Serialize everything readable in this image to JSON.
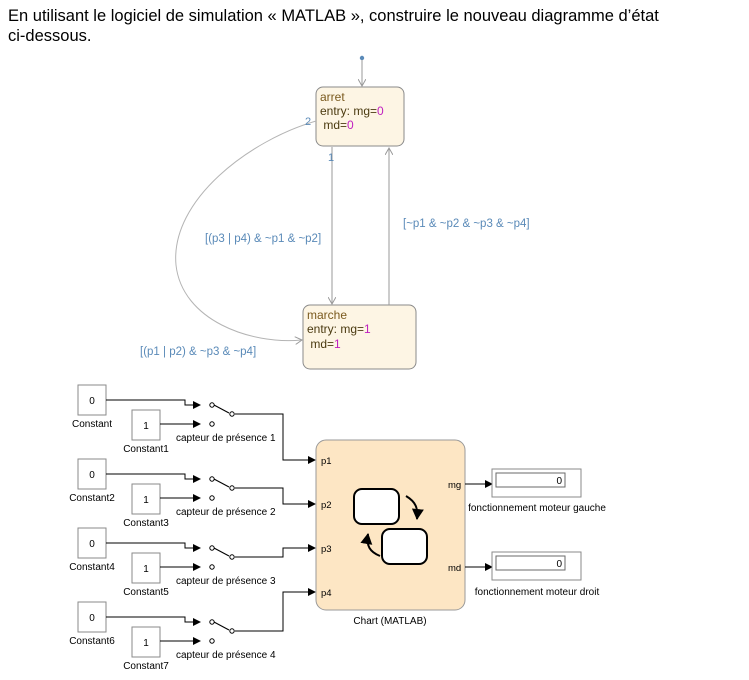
{
  "intro": {
    "line1": "En utilisant le logiciel de simulation « MATLAB », construire le nouveau diagramme d’état",
    "line2": "ci-dessous."
  },
  "stateflow": {
    "arret": {
      "name": "arret",
      "entry": "entry: mg=",
      "entry_val": "0",
      "md": " md=",
      "md_val": "0"
    },
    "marche": {
      "name": "marche",
      "entry": "entry: mg=",
      "entry_val": "1",
      "md": " md=",
      "md_val": "1"
    },
    "transitions": {
      "t_arret_marche": "[(p3 | p4) & ~p1 & ~p2]",
      "t_marche_arret": "[~p1 & ~p2 & ~p3 & ~p4]",
      "t_loop": "[(p1 | p2) & ~p3 & ~p4]",
      "order_1": "1",
      "order_2": "2"
    }
  },
  "simulink": {
    "sensors": [
      {
        "const0_label": "Constant",
        "const0_val": "0",
        "const1_label": "Constant1",
        "const1_val": "1",
        "switch_label": "capteur de présence 1"
      },
      {
        "const0_label": "Constant2",
        "const0_val": "0",
        "const1_label": "Constant3",
        "const1_val": "1",
        "switch_label": "capteur de présence 2"
      },
      {
        "const0_label": "Constant4",
        "const0_val": "0",
        "const1_label": "Constant5",
        "const1_val": "1",
        "switch_label": "capteur de présence 3"
      },
      {
        "const0_label": "Constant6",
        "const0_val": "0",
        "const1_label": "Constant7",
        "const1_val": "1",
        "switch_label": "capteur de présence 4"
      }
    ],
    "chart": {
      "label": "Chart (MATLAB)",
      "inputs": [
        "p1",
        "p2",
        "p3",
        "p4"
      ],
      "outputs": [
        "mg",
        "md"
      ]
    },
    "displays": [
      {
        "value": "0",
        "label": "fonctionnement moteur gauche"
      },
      {
        "value": "0",
        "label": "fonctionnement moteur droit"
      }
    ]
  },
  "colors": {
    "state_fill": "#fdf5e4",
    "state_stroke": "#8a8a8a",
    "chart_fill": "#fde6c4",
    "transition_text": "#5a8ab8",
    "action_number": "#c020c0"
  }
}
